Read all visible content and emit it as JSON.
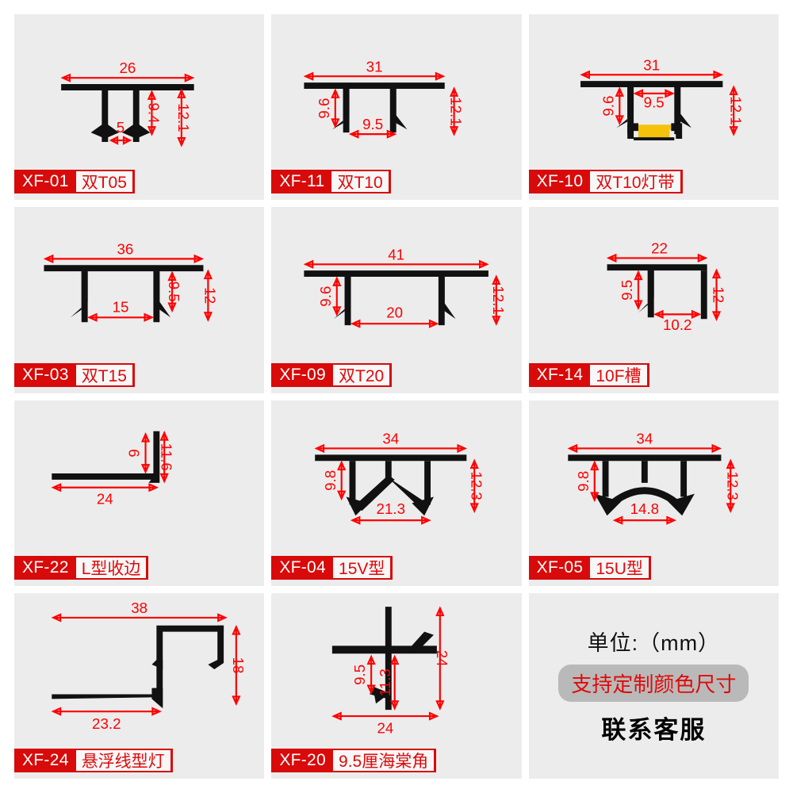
{
  "page": {
    "background": "#ffffff",
    "cell_background": "#ececec",
    "accent_red": "#d80a0a",
    "dimension_red": "#ff0000",
    "profile_black": "#111111",
    "led_yellow": "#f5c20a"
  },
  "cells": [
    {
      "code": "XF-01",
      "name": "双T05",
      "shape": "double-T-05",
      "dimensions": {
        "width": "26",
        "inner": "5",
        "leg_height": "9.4",
        "total_height": "12.1"
      }
    },
    {
      "code": "XF-11",
      "name": "双T10",
      "shape": "double-T-10",
      "dimensions": {
        "width": "31",
        "inner": "9.5",
        "leg_height": "9.6",
        "total_height": "12.1"
      }
    },
    {
      "code": "XF-10",
      "name": "双T10灯带",
      "shape": "double-T-10-led",
      "dimensions": {
        "width": "31",
        "inner": "9.5",
        "leg_height": "9.6",
        "total_height": "12.1"
      }
    },
    {
      "code": "XF-03",
      "name": "双T15",
      "shape": "double-T-15",
      "dimensions": {
        "width": "36",
        "inner": "15",
        "leg_height": "9.5",
        "total_height": "12"
      }
    },
    {
      "code": "XF-09",
      "name": "双T20",
      "shape": "double-T-20",
      "dimensions": {
        "width": "41",
        "inner": "20",
        "leg_height": "9.6",
        "total_height": "12.1"
      }
    },
    {
      "code": "XF-14",
      "name": "10F槽",
      "shape": "channel-10F",
      "dimensions": {
        "width": "22",
        "inner": "10.2",
        "leg_height": "9.5",
        "total_height": "12"
      }
    },
    {
      "code": "XF-22",
      "name": "L型收边",
      "shape": "L-edge",
      "dimensions": {
        "width": "24",
        "leg_height": "9",
        "total_height": "11.6"
      }
    },
    {
      "code": "XF-04",
      "name": "15V型",
      "shape": "V-15",
      "dimensions": {
        "width": "34",
        "inner": "21.3",
        "leg_height": "9.8",
        "total_height": "12.3"
      }
    },
    {
      "code": "XF-05",
      "name": "15U型",
      "shape": "U-15",
      "dimensions": {
        "width": "34",
        "inner": "14.8",
        "leg_height": "9.8",
        "total_height": "12.3"
      }
    },
    {
      "code": "XF-24",
      "name": "悬浮线型灯",
      "shape": "suspended-linear-light",
      "dimensions": {
        "width": "38",
        "inner": "23.2",
        "total_height": "18"
      }
    },
    {
      "code": "XF-20",
      "name": "9.5厘海棠角",
      "shape": "cross-corner",
      "dimensions": {
        "width": "24",
        "leg_height": "9.5",
        "inner": "11.3",
        "total_height": "24"
      }
    }
  ],
  "info": {
    "unit": "单位:（mm）",
    "custom": "支持定制颜色尺寸",
    "contact": "联系客服"
  }
}
